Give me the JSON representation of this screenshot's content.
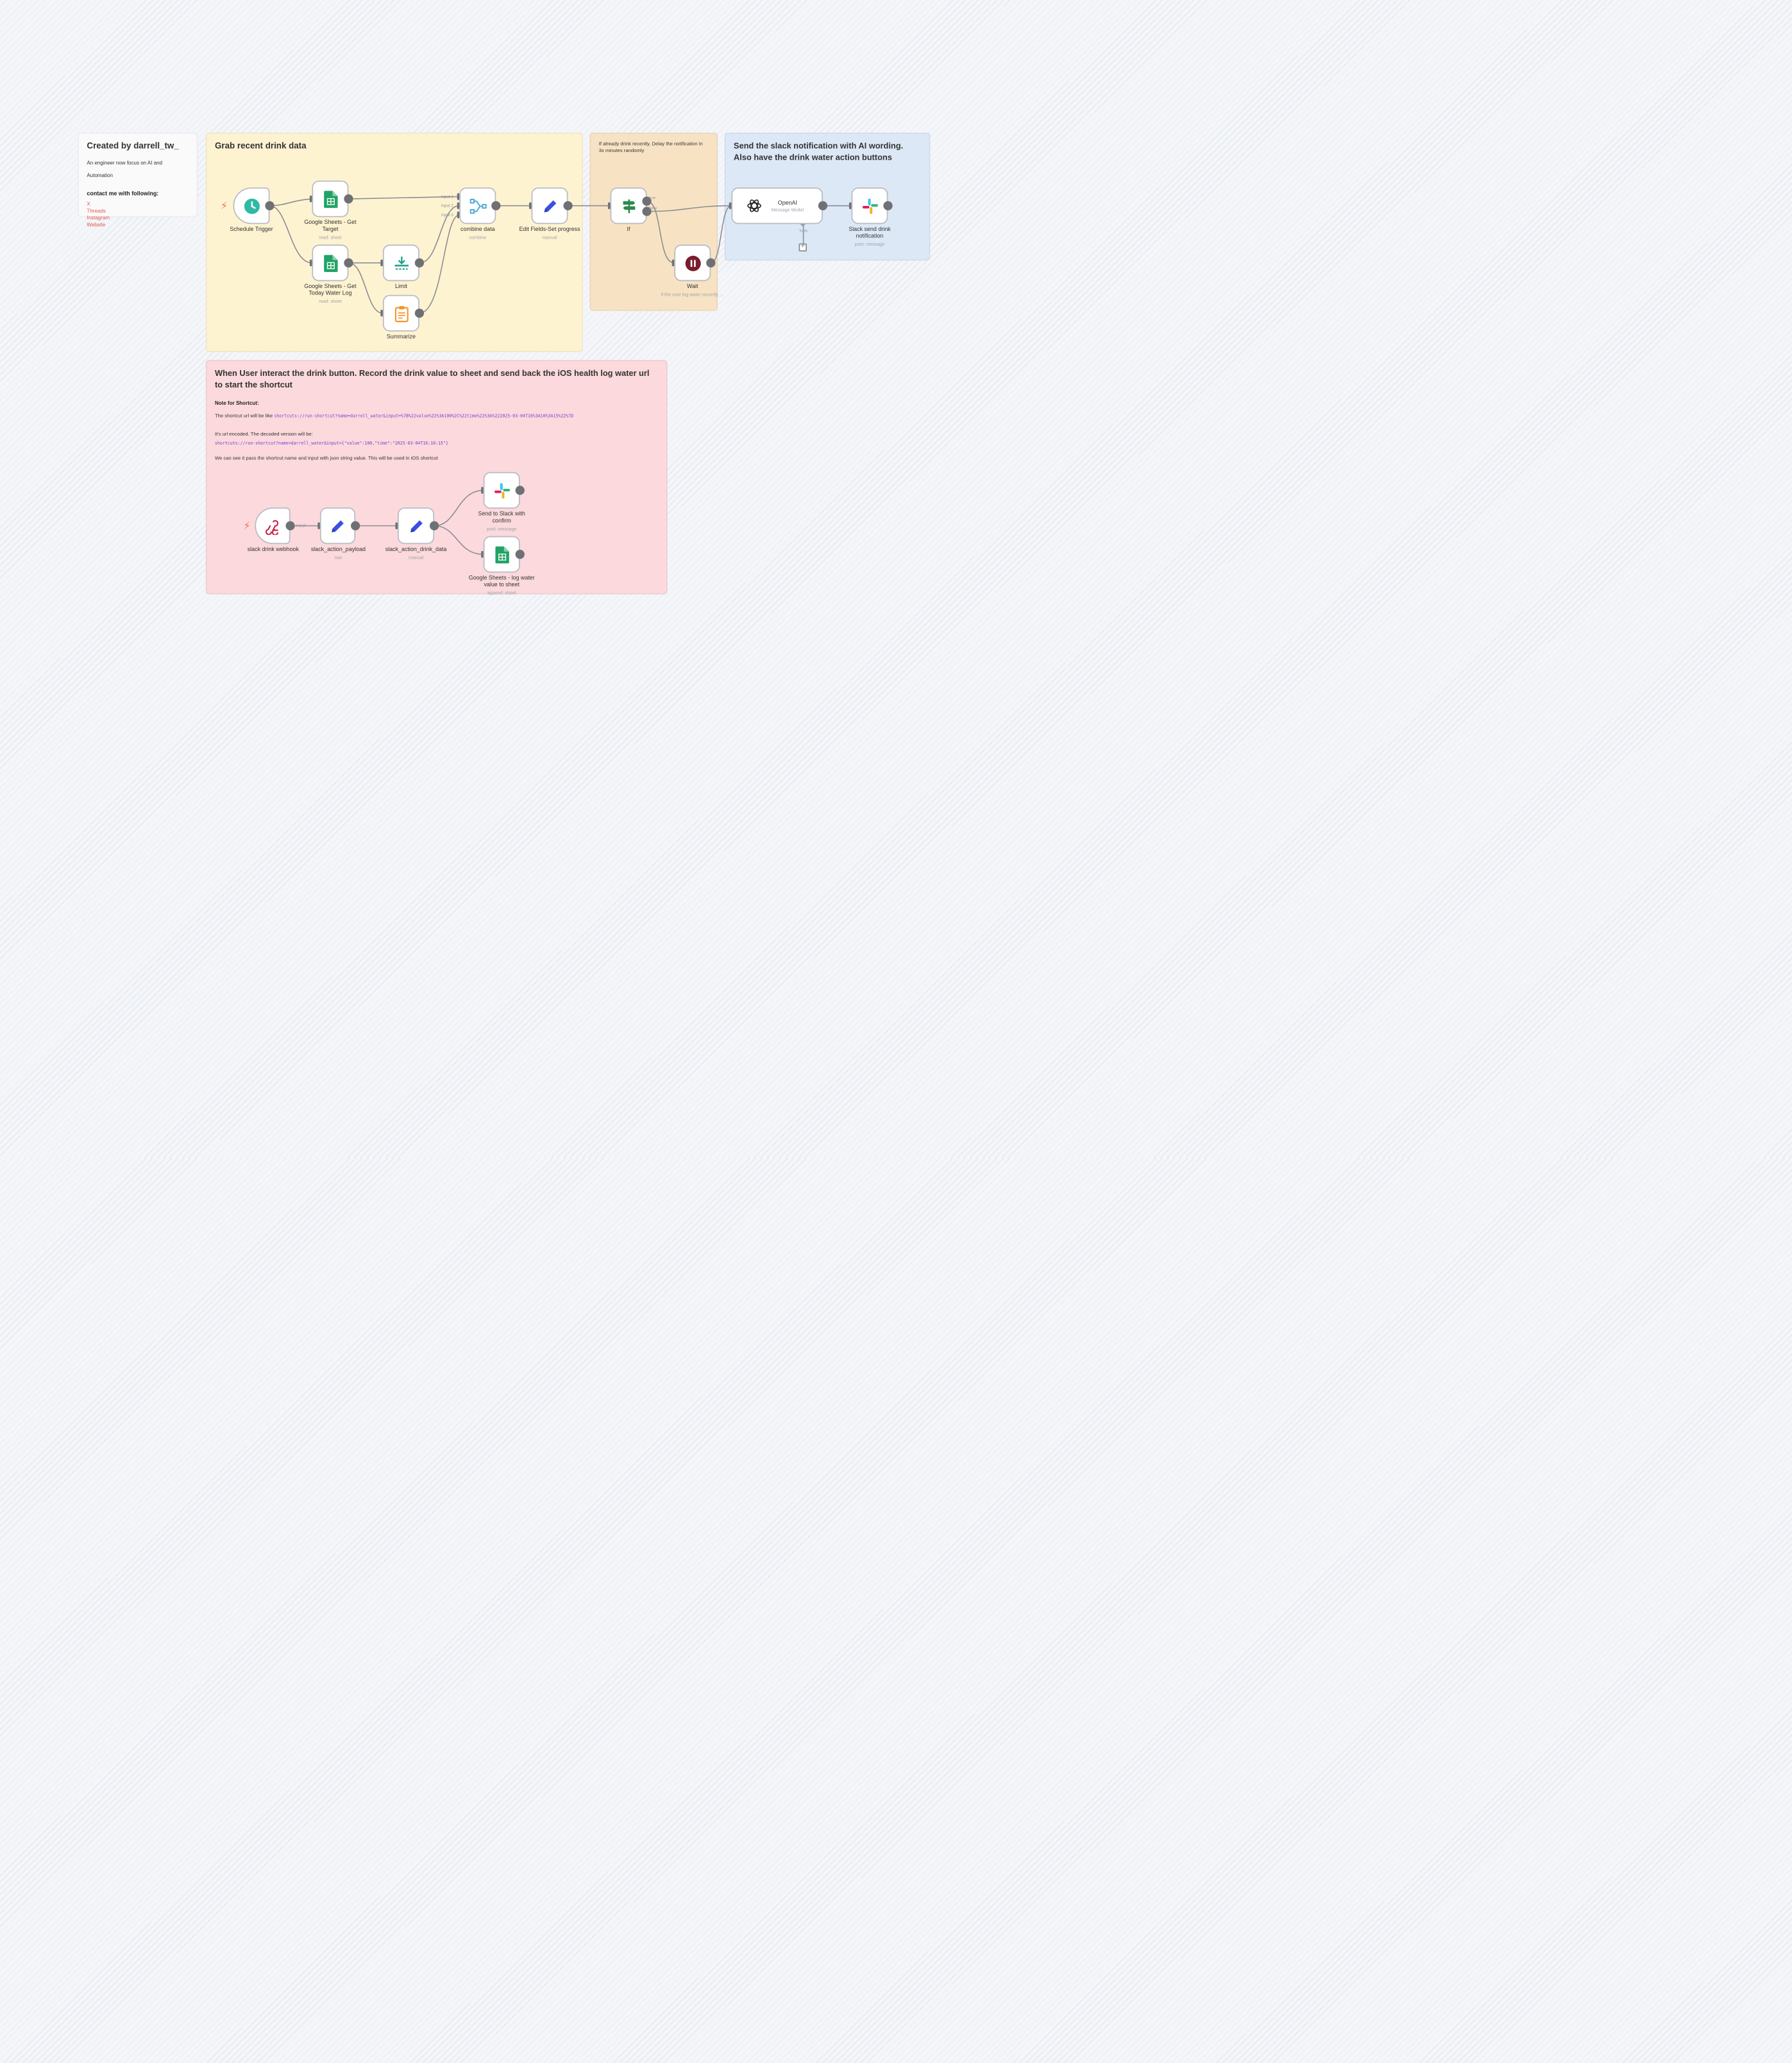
{
  "stickies": {
    "creator": {
      "title": "Created by darrell_tw_",
      "description": "An engineer now focus on AI and Automation",
      "contact_heading": "contact me with following:",
      "links": [
        "X",
        "Threads",
        "Instagram",
        "Website"
      ]
    },
    "grab": {
      "title": "Grab recent drink data"
    },
    "delay": {
      "text": "If already drink recently. Delay the notification in 3x minutes randomly"
    },
    "slack": {
      "title": "Send the slack notification with AI wording. Also have the drink water action buttons"
    },
    "interact": {
      "title": "When User interact the drink button. Record the drink value to sheet and send back the iOS health log water url to start the shortcut",
      "note_heading": "Note for Shortcut:",
      "line1_prefix": "The shortcut url will be like ",
      "line1_code": "shortcuts://run-shortcut?name=darrell_water&input=%7B%22value%22%3A100%2C%22time%22%3A%222025-03-04T16%3A10%3A15%22%7D",
      "line2": "It's url encoded. The decoded version will be:",
      "line2_code": "shortcuts://run-shortcut?name=darrell_water&input={\"value\":100,\"time\":\"2025-03-04T16:10:15\"}",
      "line3": "We can see it pass the shortcut name and input with json string value. This will be used in iOS shortcut"
    }
  },
  "nodes": {
    "schedule": {
      "label": "Schedule Trigger",
      "icon": "clock-icon"
    },
    "get_target": {
      "label": "Google Sheets - Get Target",
      "sub": "read: sheet",
      "icon": "google-sheets-icon"
    },
    "get_log": {
      "label": "Google Sheets - Get Today Water Log",
      "sub": "read: sheet",
      "icon": "google-sheets-icon"
    },
    "limit": {
      "label": "Limit",
      "icon": "limit-icon"
    },
    "summarize": {
      "label": "Summarize",
      "icon": "clipboard-icon"
    },
    "combine": {
      "label": "combine data",
      "sub": "combine",
      "icon": "merge-icon",
      "inputs": [
        "Input 1",
        "Input 2",
        "Input 3"
      ]
    },
    "edit_fields": {
      "label": "Edit Fields-Set progress",
      "sub": "manual",
      "icon": "pencil-icon"
    },
    "if": {
      "label": "If",
      "icon": "signpost-icon",
      "outputs": [
        "true",
        "false"
      ]
    },
    "wait": {
      "label": "Wait",
      "sub": "if the user log water recently. ...",
      "icon": "pause-icon"
    },
    "openai": {
      "label": "OpenAI",
      "sub": "Message Model",
      "icon": "openai-icon",
      "tools_label": "Tools"
    },
    "slack_notify": {
      "label": "Slack send drink notification",
      "sub": "post: message",
      "icon": "slack-icon"
    },
    "webhook": {
      "label": "slack drink webhook",
      "icon": "webhook-icon",
      "method": "POST"
    },
    "action_payload": {
      "label": "slack_action_payload",
      "sub": "raw",
      "icon": "pencil-icon"
    },
    "action_drink": {
      "label": "slack_action_drink_data",
      "sub": "manual",
      "icon": "pencil-icon"
    },
    "send_confirm": {
      "label": "Send to Slack with confirm",
      "sub": "post: message",
      "icon": "slack-icon"
    },
    "log_water": {
      "label": "Google Sheets - log water value to sheet",
      "sub": "append: sheet",
      "icon": "google-sheets-icon"
    }
  },
  "colors": {
    "sheets_green": "#21a366",
    "schedule_teal": "#31b9a5",
    "limit_teal": "#23a38a",
    "summarize_orange": "#f5962a",
    "merge_blue": "#4ba6d4",
    "pencil_blue": "#3b4fe0",
    "if_green": "#2c8a4e",
    "wait_maroon": "#7a1b2e",
    "link_red": "#e5574f",
    "trigger_bolt": "#ff6b55"
  }
}
